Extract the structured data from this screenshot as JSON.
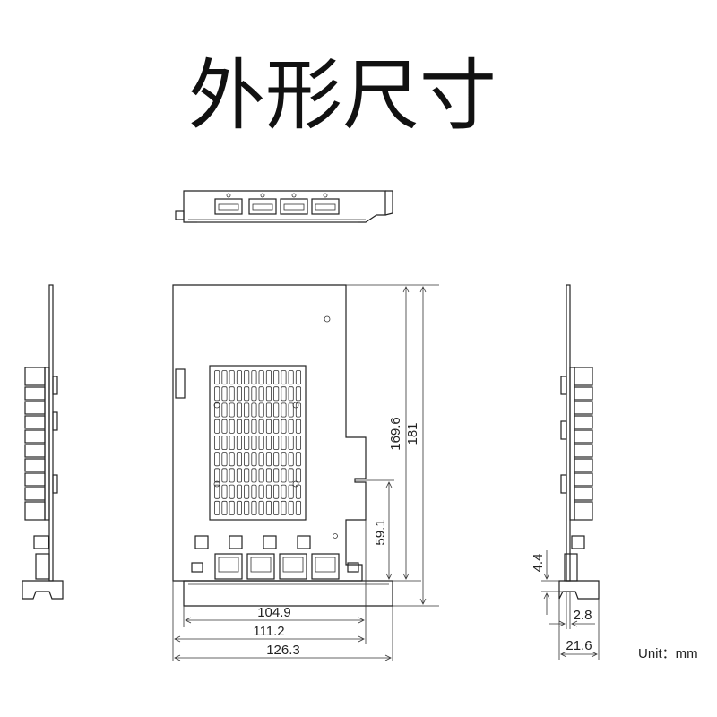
{
  "title": "外形尺寸",
  "unit": "Unit：mm",
  "dimensions": {
    "height_total": "181",
    "height_board": "169.6",
    "height_slot": "59.1",
    "width_a": "104.9",
    "width_b": "111.2",
    "width_c": "126.3",
    "side_offset": "4.4",
    "side_thickness": "2.8",
    "side_depth": "21.6"
  },
  "colors": {
    "line": "#222222",
    "background": "#ffffff"
  }
}
